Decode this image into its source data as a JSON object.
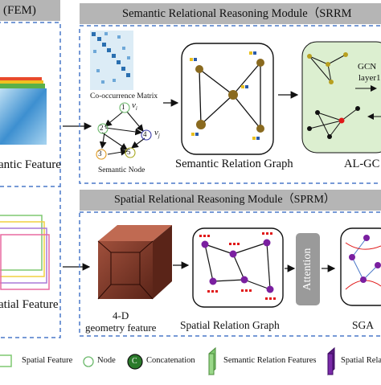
{
  "fem": {
    "title": "(FEM)",
    "semantic_feature": "antic Feature",
    "spatial_feature": "atial Feature"
  },
  "srrm": {
    "title": "Semantic Relational Reasoning Module（SRRM",
    "cooccurrence_label": "Co-occurrence Matrix",
    "semantic_node_label": "Semantic Node",
    "node_labels": [
      "1",
      "2",
      "3",
      "4",
      "5"
    ],
    "vi": "v",
    "vi_sub": "i",
    "vj": "v",
    "vj_sub": "j",
    "graph_label": "Semantic Relation Graph",
    "gcn_label": "GCN",
    "layer_label": "layer1",
    "alg_label": "AL-GC"
  },
  "sprm": {
    "title": "Spatial Relational Reasoning Module（SPRM）",
    "geometry_label_line1": "4-D",
    "geometry_label_line2": "geometry feature",
    "graph_label": "Spatial Relation Graph",
    "attention_label": "Attention",
    "sga_label": "SGA"
  },
  "legend": {
    "spatial_feature": "Spatial Feature",
    "node": "Node",
    "concatenation_symbol": "C",
    "concatenation": "Concatenation",
    "semantic_relation_features": "Semantic Relation Features",
    "spatial_relation": "Spatial Relati"
  },
  "colors": {
    "header_bg": "#b5b5b5",
    "semantic_node": "#8a6a1f",
    "spatial_node": "#7a1fa0",
    "red_mark": "#e01818",
    "green_bg": "#dcefd0",
    "blue_dash": "#4a78c8"
  }
}
